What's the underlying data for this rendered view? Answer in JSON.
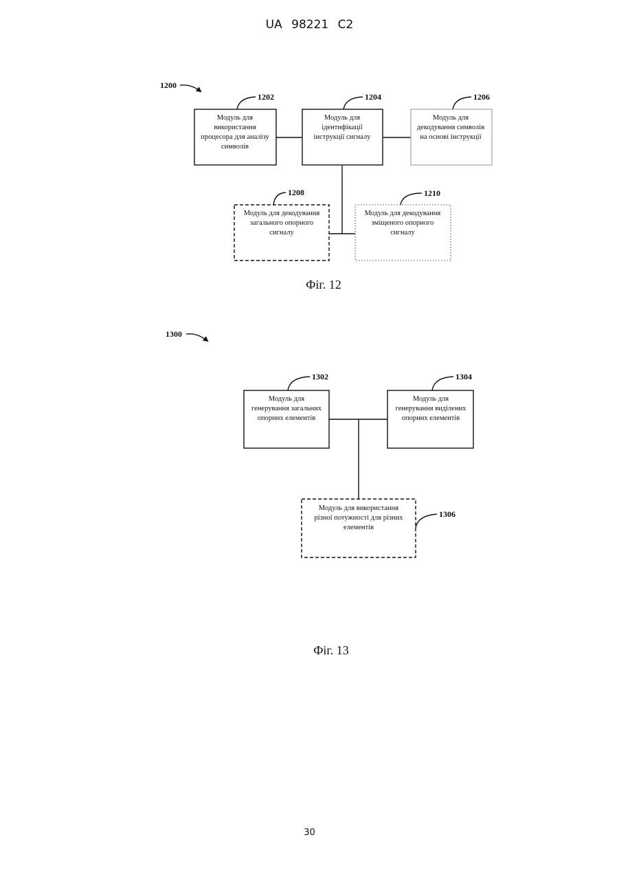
{
  "header": {
    "text": "UA   98221   C2"
  },
  "page_number": "30",
  "fig12": {
    "ref_main": "1200",
    "caption": "Фіг. 12",
    "boxes": [
      {
        "ref": "1202",
        "lines": [
          "Модуль для",
          "використання",
          "процесора для аналізу",
          "символів"
        ]
      },
      {
        "ref": "1204",
        "lines": [
          "Модуль для",
          "ідентифікації",
          "інструкції сигналу"
        ]
      },
      {
        "ref": "1206",
        "lines": [
          "Модуль для",
          "декодування символів",
          "на основі інструкції"
        ]
      },
      {
        "ref": "1208",
        "lines": [
          "Модуль для декодування",
          "загального опорного",
          "сигналу"
        ]
      },
      {
        "ref": "1210",
        "lines": [
          "Модуль для декодування",
          "зміщеного опорного",
          "сигналу"
        ]
      }
    ]
  },
  "fig13": {
    "ref_main": "1300",
    "caption": "Фіг. 13",
    "boxes": [
      {
        "ref": "1302",
        "lines": [
          "Модуль для",
          "генерування загальних",
          "опорних елементів"
        ]
      },
      {
        "ref": "1304",
        "lines": [
          "Модуль для",
          "генерування виділених",
          "опорних елементів"
        ]
      },
      {
        "ref": "1306",
        "lines": [
          "Модуль для використання",
          "різної потужності для різних",
          "елементів"
        ]
      }
    ]
  }
}
